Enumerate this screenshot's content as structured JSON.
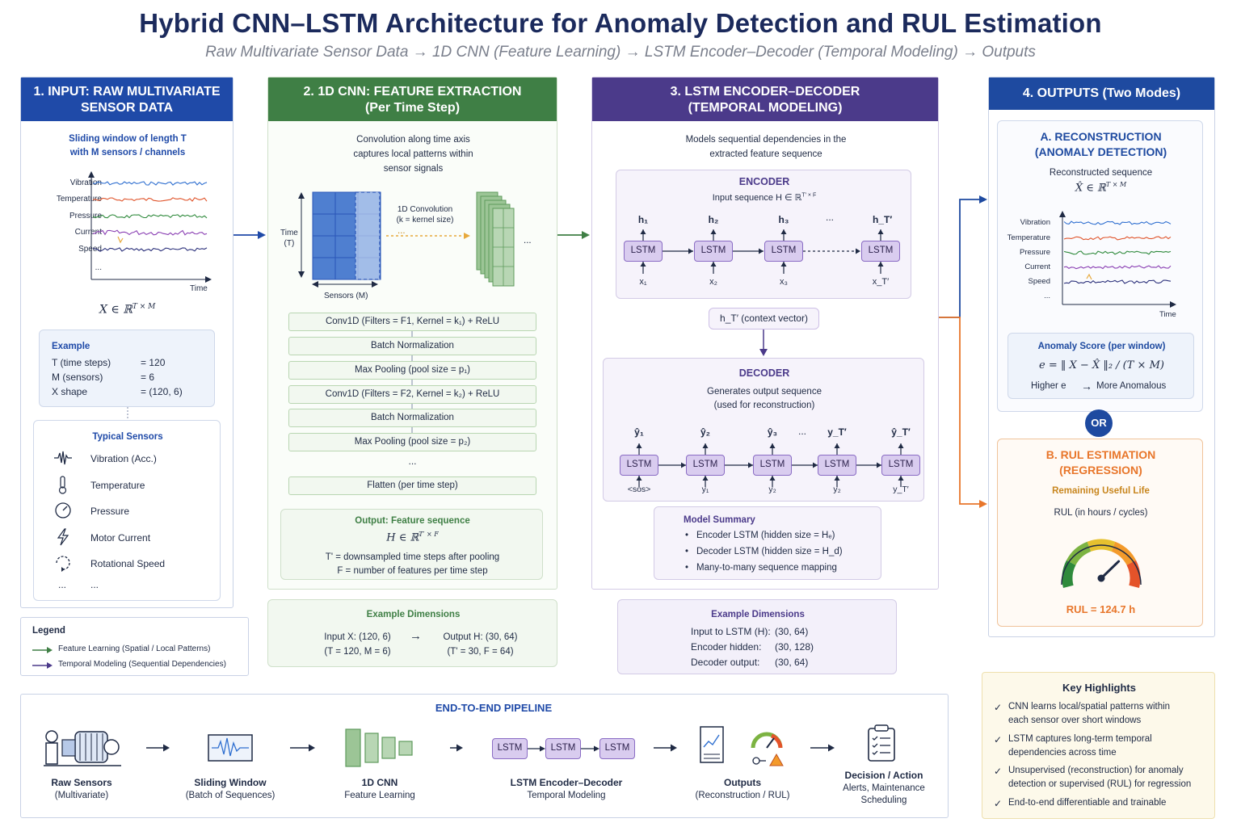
{
  "header": {
    "title": "Hybrid CNN–LSTM Architecture for Anomaly Detection and RUL Estimation",
    "subtitle": "Raw Multivariate Sensor Data → 1D CNN (Feature Learning) → LSTM Encoder–Decoder (Temporal Modeling) → Outputs"
  },
  "colors": {
    "blue": "#1f4aa8",
    "green": "#3f7f45",
    "purple": "#4b3a8a",
    "navy": "#1e4aa0",
    "orange": "#e8762b"
  },
  "input": {
    "title_l1": "1. INPUT: RAW MULTIVARIATE",
    "title_l2": "SENSOR DATA",
    "desc_l1": "Sliding window of length T",
    "desc_l2": "with M sensors / channels",
    "signals": [
      "Vibration",
      "Temperature",
      "Pressure",
      "Current",
      "Speed",
      "..."
    ],
    "time_label": "Time",
    "matrix": "X ∈ ℝ",
    "matrix_sup": "T × M",
    "example_title": "Example",
    "example_rows": [
      {
        "k": "T (time steps)",
        "v": "= 120"
      },
      {
        "k": "M (sensors)",
        "v": "= 6"
      },
      {
        "k": "X shape",
        "v": "= (120, 6)"
      }
    ],
    "typical_title": "Typical Sensors",
    "typical": [
      {
        "icon": "vibration-icon",
        "label": "Vibration (Acc.)"
      },
      {
        "icon": "thermometer-icon",
        "label": "Temperature"
      },
      {
        "icon": "gauge-icon",
        "label": "Pressure"
      },
      {
        "icon": "lightning-icon",
        "label": "Motor Current"
      },
      {
        "icon": "rotation-icon",
        "label": "Rotational Speed"
      }
    ],
    "typical_more_a": "...",
    "typical_more_b": "..."
  },
  "legend": {
    "title": "Legend",
    "items": [
      {
        "label": "Feature Learning (Spatial / Local Patterns)",
        "color": "#3f7f45"
      },
      {
        "label": "Temporal Modeling (Sequential Dependencies)",
        "color": "#4b3a8a"
      }
    ]
  },
  "cnn": {
    "title_l1": "2. 1D CNN: FEATURE EXTRACTION",
    "title_l2": "(Per Time Step)",
    "desc_l1": "Convolution along time axis",
    "desc_l2": "captures local patterns within",
    "desc_l3": "sensor signals",
    "time_axis": "Time",
    "time_axis_sub": "(T)",
    "sensors_axis": "Sensors (M)",
    "conv_label": "1D Convolution",
    "conv_sub": "(k = kernel size)",
    "dots": "...",
    "layers": [
      "Conv1D (Filters = F1, Kernel = k₁) + ReLU",
      "Batch Normalization",
      "Max Pooling (pool size = p₁)",
      "Conv1D (Filters = F2, Kernel = k₂) + ReLU",
      "Batch Normalization",
      "Max Pooling (pool size = p₂)",
      "...",
      "Flatten (per time step)"
    ],
    "output_title": "Output: Feature sequence",
    "output_math": "H ∈ ℝ",
    "output_sup": "T′ × F",
    "output_l1": "T' = downsampled time steps after pooling",
    "output_l2": "F = number of features per time step",
    "dims_title": "Example Dimensions",
    "dims_in_l1": "Input X: (120, 6)",
    "dims_in_l2": "(T = 120, M = 6)",
    "dims_arrow": "→",
    "dims_out_l1": "Output H: (30, 64)",
    "dims_out_l2": "(T' = 30, F = 64)"
  },
  "lstm": {
    "title_l1": "3. LSTM ENCODER–DECODER",
    "title_l2": "(TEMPORAL MODELING)",
    "desc_l1": "Models sequential dependencies in the",
    "desc_l2": "extracted feature sequence",
    "encoder_title": "ENCODER",
    "encoder_input": "Input sequence H ∈ ℝ",
    "encoder_input_sup": "T′ × F",
    "cell": "LSTM",
    "enc_h": [
      "h₁",
      "h₂",
      "h₃",
      "...",
      "h_T′"
    ],
    "enc_x": [
      "x₁",
      "x₂",
      "x₃",
      "x_T′"
    ],
    "context": "h_T′ (context vector)",
    "decoder_title": "DECODER",
    "decoder_l1": "Generates output sequence",
    "decoder_l2": "(used for reconstruction)",
    "dec_y_hat": [
      "ŷ₁",
      "ŷ₂",
      "ŷ₃",
      "...",
      "y_T′",
      "ŷ_T′"
    ],
    "dec_in": [
      "<sos>",
      "y₁",
      "y₂",
      "y₂",
      "y_T′"
    ],
    "summary_title": "Model Summary",
    "summary": [
      "Encoder LSTM (hidden size = Hₑ)",
      "Decoder LSTM (hidden size = H_d)",
      "Many-to-many sequence mapping"
    ],
    "dims_title": "Example Dimensions",
    "dims": [
      {
        "k": "Input to LSTM (H):",
        "v": "(30, 64)"
      },
      {
        "k": "Encoder hidden:",
        "v": "(30, 128)"
      },
      {
        "k": "Decoder output:",
        "v": "(30, 64)"
      }
    ]
  },
  "outputs": {
    "title": "4. OUTPUTS (Two Modes)",
    "a_title_l1": "A. RECONSTRUCTION",
    "a_title_l2": "(ANOMALY DETECTION)",
    "a_desc": "Reconstructed sequence",
    "a_math": "X̂ ∈ ℝ",
    "a_math_sup": "T × M",
    "signals": [
      "Vibration",
      "Temperature",
      "Pressure",
      "Current",
      "Speed",
      "..."
    ],
    "time_label": "Time",
    "score_title": "Anomaly Score (per window)",
    "score_formula": "e = ‖ X − X̂ ‖₂ / (T × M)",
    "score_higher": "Higher e",
    "score_arrow": "→",
    "score_more": "More Anomalous",
    "or": "OR",
    "b_title_l1": "B. RUL ESTIMATION",
    "b_title_l2": "(REGRESSION)",
    "b_sub": "Remaining Useful Life",
    "b_desc": "RUL (in hours / cycles)",
    "rul_value": "RUL = 124.7 h",
    "gauge_level": 0.72
  },
  "highlights": {
    "title": "Key Highlights",
    "items": [
      {
        "l1": "CNN learns local/spatial patterns within",
        "l2": "each sensor over short windows"
      },
      {
        "l1": "LSTM captures long-term temporal",
        "l2": "dependencies across time"
      },
      {
        "l1": "Unsupervised (reconstruction) for anomaly",
        "l2": "detection or supervised (RUL) for regression"
      },
      {
        "l1": "End-to-end differentiable and trainable",
        "l2": ""
      }
    ]
  },
  "pipeline": {
    "title": "END-TO-END PIPELINE",
    "steps": [
      {
        "l1": "Raw Sensors",
        "l2": "(Multivariate)",
        "l3": ""
      },
      {
        "l1": "Sliding Window",
        "l2": "(Batch of Sequences)",
        "l3": ""
      },
      {
        "l1": "1D CNN",
        "l2": "Feature Learning",
        "l3": ""
      },
      {
        "l1": "LSTM Encoder–Decoder",
        "l2": "Temporal Modeling",
        "l3": ""
      },
      {
        "l1": "Outputs",
        "l2": "(Reconstruction / RUL)",
        "l3": ""
      },
      {
        "l1": "Decision / Action",
        "l2": "Alerts, Maintenance",
        "l3": "Scheduling"
      }
    ],
    "cell": "LSTM"
  }
}
